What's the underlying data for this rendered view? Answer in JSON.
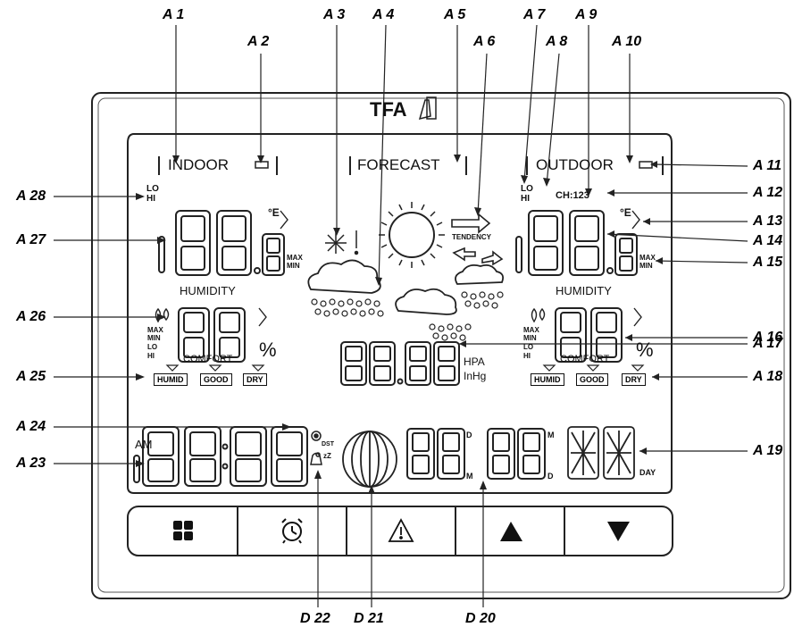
{
  "device": {
    "brand": "TFA",
    "indoor_label": "INDOOR",
    "forecast_label": "FORECAST",
    "outdoor_label": "OUTDOOR",
    "humidity_label": "HUMIDITY",
    "comfort_label": "COMFORT",
    "comfort_buttons": [
      "HUMID",
      "GOOD",
      "DRY"
    ],
    "tendency_label": "TENDENCY",
    "channel_label": "CH:123",
    "lo_label": "LO",
    "hi_label": "HI",
    "max_label": "MAX",
    "min_label": "MIN",
    "temp_unit": "°E",
    "percent_unit": "%",
    "hpa_label": "HPA",
    "inhg_label": "InHg",
    "am_label": "AM",
    "dst_label": "DST",
    "day_label": "DAY",
    "d_label": "D",
    "m_label": "M",
    "zz_label": "zZ"
  },
  "buttons": [
    {
      "name": "mode-button",
      "icon": "grid-icon"
    },
    {
      "name": "alarm-button",
      "icon": "alarm-clock-icon"
    },
    {
      "name": "alert-button",
      "icon": "warning-icon"
    },
    {
      "name": "up-button",
      "icon": "up-triangle-icon"
    },
    {
      "name": "down-button",
      "icon": "down-triangle-icon"
    }
  ],
  "callouts": {
    "a1": "A 1",
    "a2": "A 2",
    "a3": "A 3",
    "a4": "A 4",
    "a5": "A 5",
    "a6": "A 6",
    "a7": "A 7",
    "a8": "A 8",
    "a9": "A 9",
    "a10": "A 10",
    "a11": "A 11",
    "a12": "A 12",
    "a13": "A 13",
    "a14": "A 14",
    "a15": "A 15",
    "a16": "A 16",
    "a17": "A 17",
    "a18": "A 18",
    "a19": "A 19",
    "d20": "D 20",
    "d21": "D 21",
    "d22": "D 22",
    "a23": "A 23",
    "a24": "A 24",
    "a25": "A 25",
    "a26": "A 26",
    "a27": "A 27",
    "a28": "A 28"
  }
}
